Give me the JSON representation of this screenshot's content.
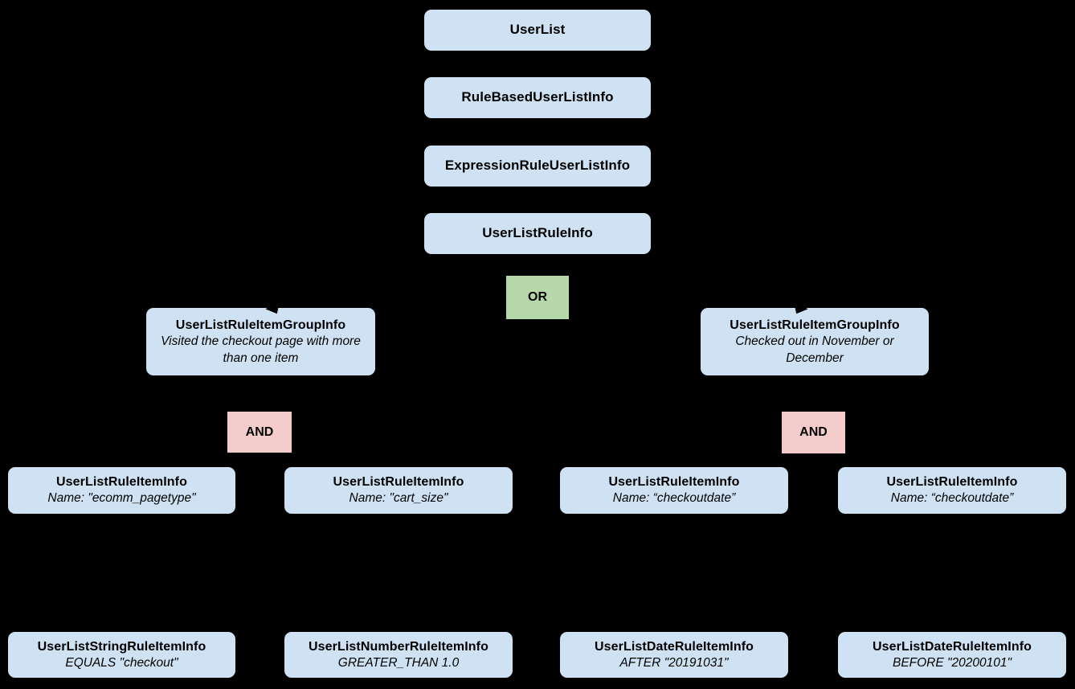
{
  "colors": {
    "background": "#000000",
    "node_fill": "#cfe2f3",
    "or_fill": "#b6d7a8",
    "and_fill": "#f4cccc",
    "text": "#000000"
  },
  "nodes": {
    "userlist": {
      "title": "UserList"
    },
    "rule_based_user_list_info": {
      "title": "RuleBasedUserListInfo"
    },
    "expression_rule_user_list_info": {
      "title": "ExpressionRuleUserListInfo"
    },
    "user_list_rule_info": {
      "title": "UserListRuleInfo"
    },
    "or_operator": {
      "label": "OR"
    },
    "group_left": {
      "title": "UserListRuleItemGroupInfo",
      "subtitle": "Visited the checkout page with more than one item"
    },
    "group_right": {
      "title": "UserListRuleItemGroupInfo",
      "subtitle": "Checked out in November or December"
    },
    "and_left": {
      "label": "AND"
    },
    "and_right": {
      "label": "AND"
    },
    "item_ecomm_pagetype": {
      "title": "UserListRuleItemInfo",
      "subtitle": "Name: \"ecomm_pagetype\""
    },
    "item_cart_size": {
      "title": "UserListRuleItemInfo",
      "subtitle": "Name: \"cart_size\""
    },
    "item_checkoutdate_after": {
      "title": "UserListRuleItemInfo",
      "subtitle": "Name: “checkoutdate”"
    },
    "item_checkoutdate_before": {
      "title": "UserListRuleItemInfo",
      "subtitle": "Name: “checkoutdate”"
    },
    "leaf_string_rule": {
      "title": "UserListStringRuleItemInfo",
      "subtitle": "EQUALS \"checkout\""
    },
    "leaf_number_rule": {
      "title": "UserListNumberRuleItemInfo",
      "subtitle": "GREATER_THAN 1.0"
    },
    "leaf_date_after": {
      "title": "UserListDateRuleItemInfo",
      "subtitle": "AFTER \"20191031\""
    },
    "leaf_date_before": {
      "title": "UserListDateRuleItemInfo",
      "subtitle": "BEFORE \"20200101\""
    }
  }
}
